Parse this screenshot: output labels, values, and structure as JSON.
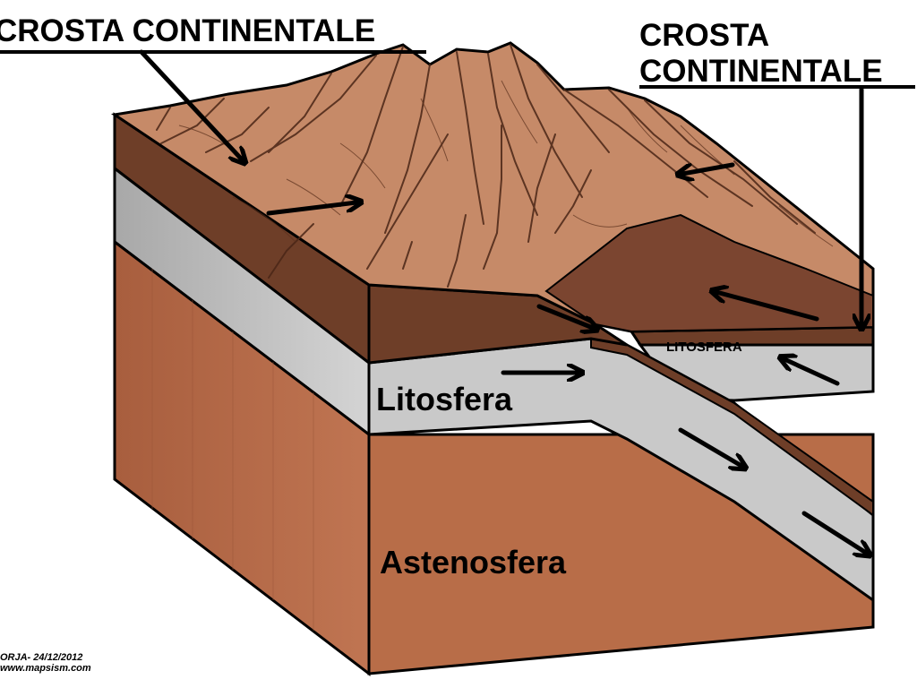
{
  "labels": {
    "crust_left": "CROSTA CONTINENTALE",
    "crust_right_line1": "CROSTA",
    "crust_right_line2": "CONTINENTALE",
    "lithosphere_main": "Litosfera",
    "lithosphere_small": "LITOSFERA",
    "asthenosphere": "Astenosfera"
  },
  "credit": {
    "author_date": "ORJA- 24/12/2012",
    "website": "www.mapsism.com"
  },
  "colors": {
    "crust_surface": "#c68a68",
    "crust_edge": "#6e3e28",
    "lithosphere": "#c9c9c9",
    "asthenosphere": "#b86d48",
    "outline": "#000000"
  }
}
